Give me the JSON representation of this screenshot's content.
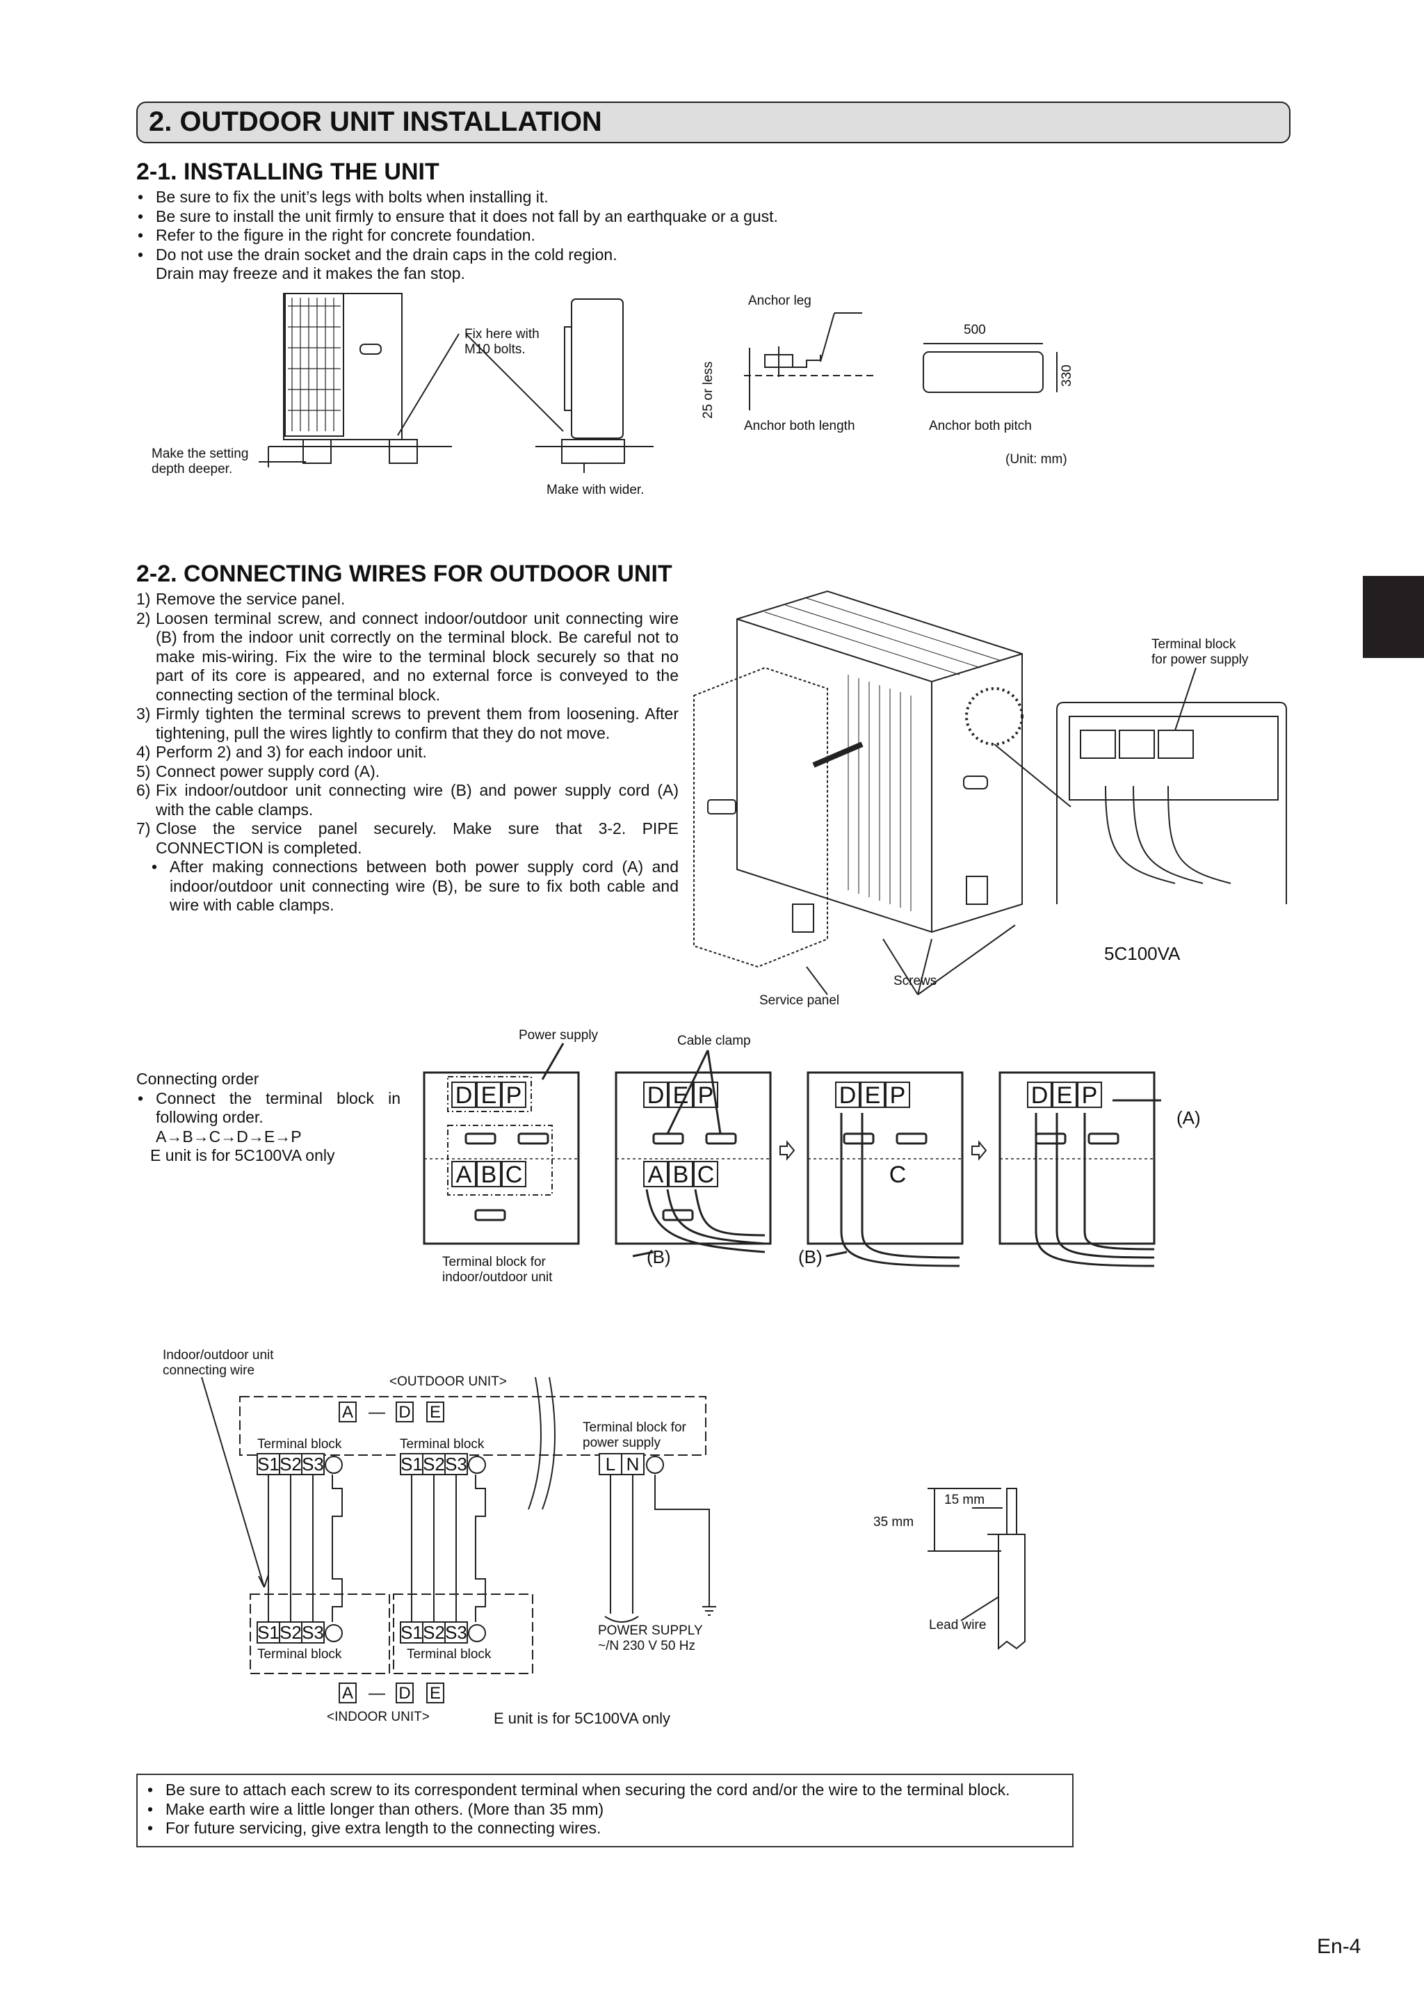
{
  "section": {
    "title": "2.  OUTDOOR UNIT INSTALLATION"
  },
  "install": {
    "heading": "2-1. INSTALLING THE UNIT",
    "bullets": [
      "Be sure to fix the unit’s legs with bolts when installing it.",
      "Be sure to install the unit firmly to ensure that it does not fall by an earthquake or a gust.",
      "Refer to the figure in the right for concrete foundation.",
      "Do not use the drain socket and the drain caps in the cold region."
    ],
    "bullet_cont": "Drain may freeze and it makes the fan stop.",
    "fig": {
      "fix_bolts": [
        "Fix here with",
        "M10 bolts."
      ],
      "setting_depth": [
        "Make the setting",
        "depth deeper."
      ],
      "make_wider": "Make with wider.",
      "anchor_leg": "Anchor leg",
      "dim_500": "500",
      "dim_330": "330",
      "dim_25": "25 or less",
      "anchor_length": "Anchor both length",
      "anchor_pitch": "Anchor both pitch",
      "unit": "(Unit: mm)"
    }
  },
  "wiring": {
    "heading": "2-2. CONNECTING WIRES FOR OUTDOOR UNIT",
    "steps": [
      {
        "n": "1)",
        "t": "Remove the service panel."
      },
      {
        "n": "2)",
        "t": "Loosen terminal screw, and connect indoor/outdoor unit connecting wire (B) from the indoor unit correctly on the terminal block. Be careful not to make mis-wiring. Fix the wire to the terminal block securely so that no part of its core is appeared, and no external force is conveyed to the connecting section of the terminal block."
      },
      {
        "n": "3)",
        "t": "Firmly tighten the terminal screws to prevent them from loosening. After tightening, pull the wires lightly to confirm that they do not move."
      },
      {
        "n": "4)",
        "t": "Perform 2) and 3) for each indoor unit."
      },
      {
        "n": "5)",
        "t": "Connect power supply cord (A)."
      },
      {
        "n": "6)",
        "t": "Fix indoor/outdoor unit connecting wire (B) and power supply cord (A) with the cable clamps."
      },
      {
        "n": "7)",
        "t": "Close the service panel securely. Make sure that 3-2. PIPE CONNECTION is completed."
      }
    ],
    "sub_bullet": "After making connections between both power supply cord (A) and indoor/outdoor unit connecting wire (B), be sure to fix both cable and wire with cable clamps.",
    "fig": {
      "tb_power": [
        "Terminal block",
        "for power supply"
      ],
      "model": "5C100VA",
      "screws": "Screws",
      "service_panel": "Service panel"
    }
  },
  "order": {
    "title": "Connecting order",
    "bullet": "Connect the terminal block in following order.",
    "sequence": "A→B→C→D→E→P",
    "e_note": "E unit is for 5C100VA only",
    "power_supply": "Power supply",
    "cable_clamp": "Cable clamp",
    "tb_indoor": [
      "Terminal block for",
      "indoor/outdoor unit"
    ],
    "label_a": "(A)",
    "label_b": "(B)",
    "row1": [
      "D",
      "E",
      "P"
    ],
    "row2": [
      "A",
      "B",
      "C"
    ]
  },
  "schematic": {
    "conn_wire": [
      "Indoor/outdoor unit",
      "connecting wire"
    ],
    "outdoor_unit": "<OUTDOOR UNIT>",
    "indoor_unit": "<INDOOR UNIT>",
    "range_a": "A",
    "range_dash": "—",
    "range_d": "D",
    "range_e": "E",
    "terminal_block": "Terminal block",
    "tb_power": [
      "Terminal block for",
      "power supply"
    ],
    "s1": "S1",
    "s2": "S2",
    "s3": "S3",
    "l": "L",
    "n": "N",
    "power_supply": [
      "POWER SUPPLY",
      "~/N 230 V 50 Hz"
    ],
    "e_note": "E unit is for 5C100VA only",
    "dim_15": "15 mm",
    "dim_35": "35 mm",
    "lead_wire": "Lead wire"
  },
  "notes": [
    "Be sure to attach each screw to its correspondent terminal when securing the cord and/or the wire to the terminal block.",
    "Make earth wire a little longer than others. (More than 35 mm)",
    "For future servicing, give extra length to the connecting wires."
  ],
  "page_number": "En-4"
}
